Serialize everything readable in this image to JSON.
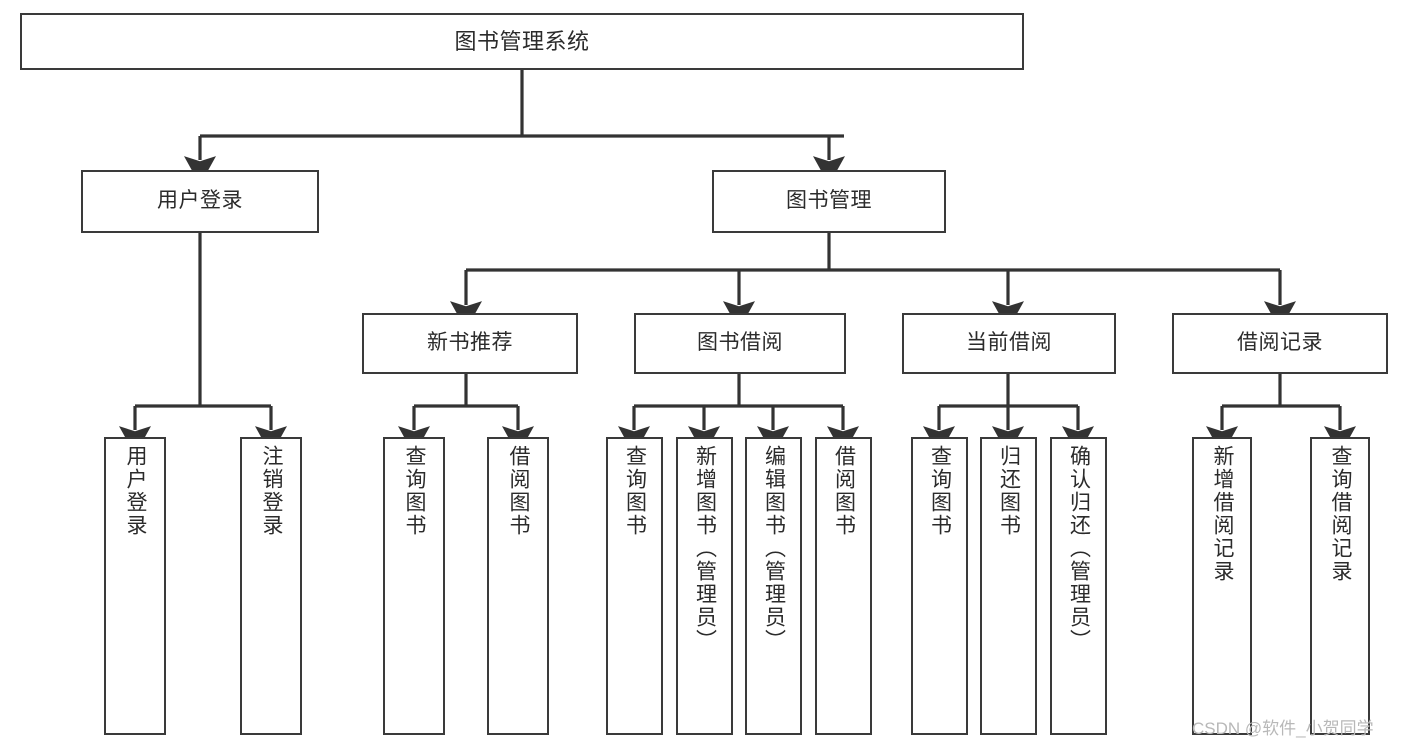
{
  "diagram": {
    "title": "图书管理系统",
    "watermark": "CSDN @软件_小贺同学",
    "style": {
      "box_border_color": "#3a3a3a",
      "box_fill_color": "#ffffff",
      "connector_color": "#333333",
      "text_color": "#2b2b2b",
      "watermark_color": "#b8b8b8"
    },
    "nodes": {
      "root": {
        "label": "图书管理系统"
      },
      "level2": [
        {
          "label": "用户登录"
        },
        {
          "label": "图书管理"
        }
      ],
      "level3": [
        {
          "label": "新书推荐"
        },
        {
          "label": "图书借阅"
        },
        {
          "label": "当前借阅"
        },
        {
          "label": "借阅记录"
        }
      ],
      "leaves_user_login": [
        {
          "label": "用户登录"
        },
        {
          "label": "注销登录"
        }
      ],
      "leaves_new_book": [
        {
          "label": "查询图书"
        },
        {
          "label": "借阅图书"
        }
      ],
      "leaves_borrow": [
        {
          "label": "查询图书"
        },
        {
          "label": "新增图书（管理员）"
        },
        {
          "label": "编辑图书（管理员）"
        },
        {
          "label": "借阅图书"
        }
      ],
      "leaves_current": [
        {
          "label": "查询图书"
        },
        {
          "label": "归还图书"
        },
        {
          "label": "确认归还（管理员）"
        }
      ],
      "leaves_records": [
        {
          "label": "新增借阅记录"
        },
        {
          "label": "查询借阅记录"
        }
      ]
    }
  }
}
